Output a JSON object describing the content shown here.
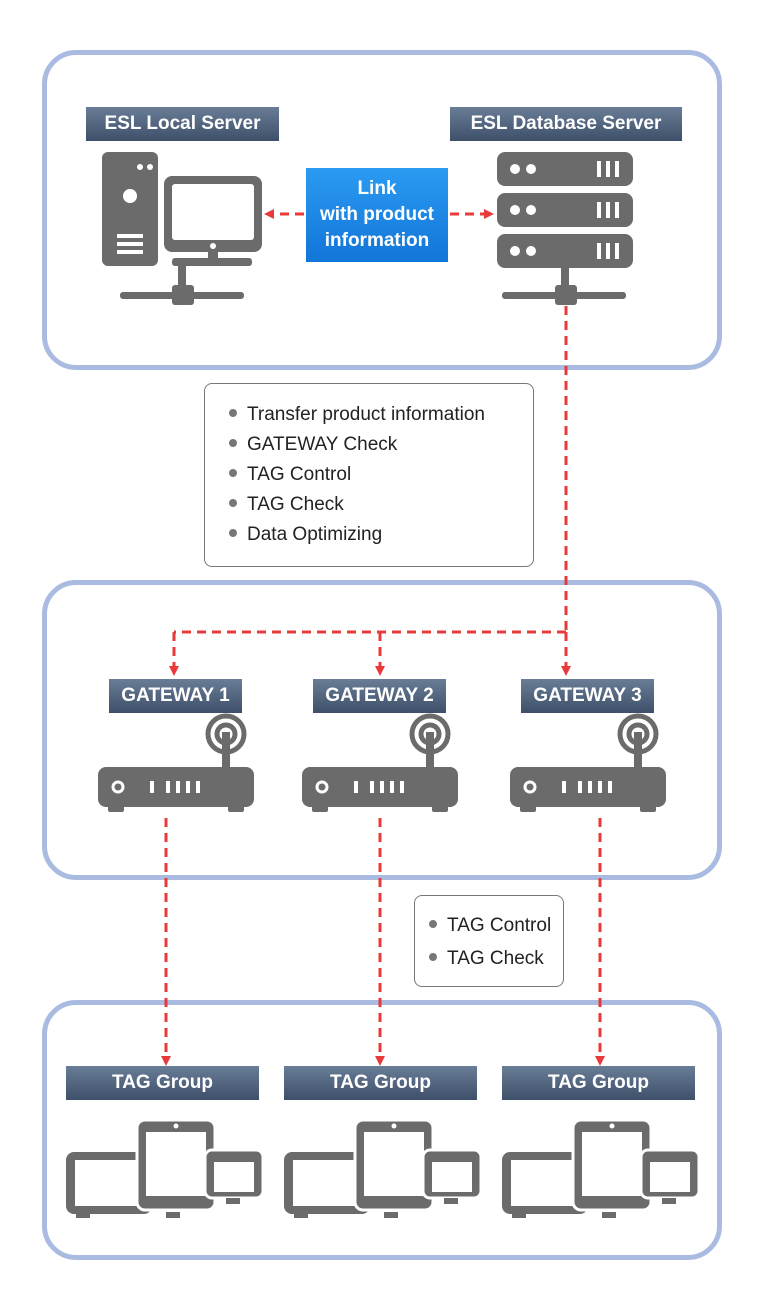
{
  "server_section": {
    "local_server_label": "ESL Local Server",
    "database_server_label": "ESL Database Server",
    "link_box": [
      "Link",
      "with product",
      "information"
    ]
  },
  "server_tasks": [
    "Transfer product information",
    "GATEWAY Check",
    "TAG Control",
    "TAG Check",
    "Data Optimizing"
  ],
  "gateways": [
    "GATEWAY 1",
    "GATEWAY 2",
    "GATEWAY 3"
  ],
  "gateway_tasks": [
    "TAG Control",
    "TAG Check"
  ],
  "tag_groups": [
    "TAG Group",
    "TAG Group",
    "TAG Group"
  ],
  "colors": {
    "panel_border": "#a9bbe0",
    "icon_gray": "#6b6b6b",
    "arrow_red": "#e83a3a",
    "label_bg": "#4a5c76",
    "link_blue": "#1a86e6"
  }
}
